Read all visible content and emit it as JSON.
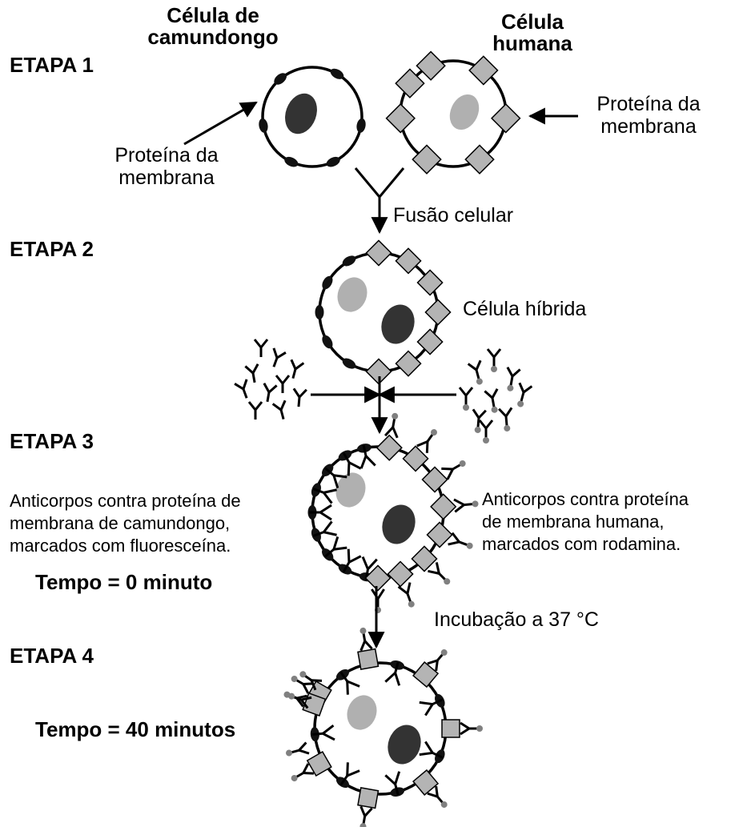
{
  "header": {
    "mouse_cell": "Célula de\ncamundongo",
    "human_cell": "Célula\nhumana"
  },
  "steps": {
    "step1": "ETAPA 1",
    "step2": "ETAPA 2",
    "step3": "ETAPA 3",
    "step4": "ETAPA 4"
  },
  "labels": {
    "membrane_protein_left": "Proteína da\nmembrana",
    "membrane_protein_right": "Proteína da\nmembrana",
    "cell_fusion": "Fusão celular",
    "hybrid_cell": "Célula híbrida",
    "antibodies_mouse": "Anticorpos contra proteína de\nmembrana de camundongo,\nmarcados com fluoresceína.",
    "antibodies_human": "Anticorpos contra proteína\nde membrana humana,\nmarcados com rodamina.",
    "time_0": "Tempo = 0 minuto",
    "incubation": "Incubação a 37 °C",
    "time_40": "Tempo = 40 minutos"
  },
  "colors": {
    "mouse_nucleus": "#333333",
    "human_nucleus": "#b0b0b0",
    "human_protein": "#b4b4b4",
    "rhodamine_tip": "#808080",
    "line": "#000000"
  }
}
